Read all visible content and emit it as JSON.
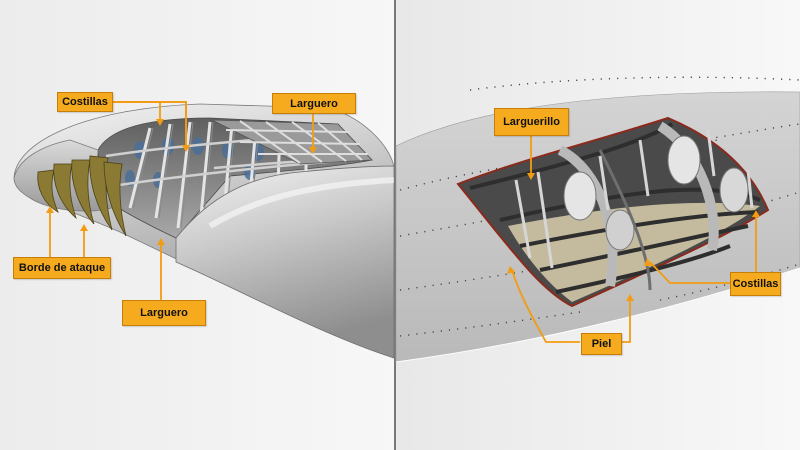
{
  "labels": {
    "costillas_left": "Costillas",
    "larguero_top": "Larguero",
    "borde_de_ataque": "Borde de ataque",
    "larguero_bottom": "Larguero",
    "larguerillo": "Larguerillo",
    "costillas_right": "Costillas",
    "piel": "Piel"
  },
  "colors": {
    "label_fill": "#f6ab1e",
    "callout_line": "#f39c12",
    "leading_edge_gold": "#8a7a34",
    "skin_gray": "#c9c9c9",
    "divider": "#777777"
  }
}
